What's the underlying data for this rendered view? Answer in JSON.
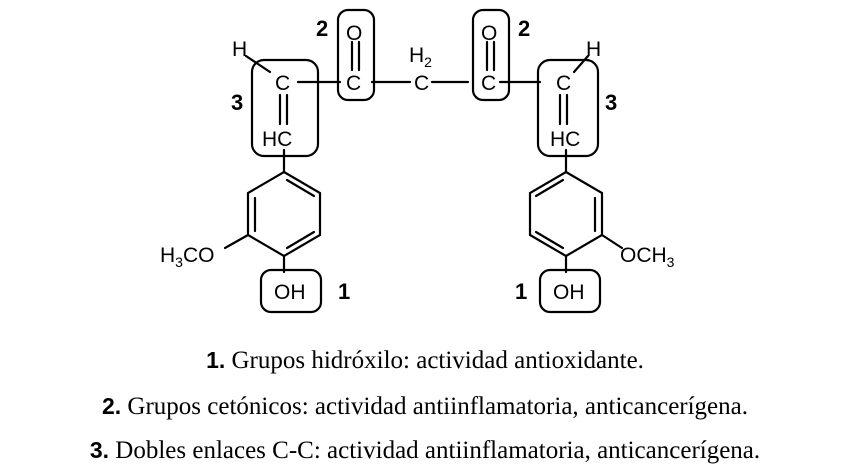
{
  "molecule": {
    "atoms": {
      "h_left": "H",
      "c_left": "C",
      "hc_left": "HC",
      "o_left": "O",
      "c_keto_left": "C",
      "h2": "H",
      "h2_sub": "2",
      "c_center": "C",
      "o_right": "O",
      "c_keto_right": "C",
      "c_right": "C",
      "h_right": "H",
      "hc_right": "HC",
      "h3co_h": "H",
      "h3co_sub": "3",
      "h3co_co": "CO",
      "och3_och": "OCH",
      "och3_sub": "3",
      "oh_left": "OH",
      "oh_right": "OH"
    },
    "group_numbers": {
      "keto_left": "2",
      "keto_right": "2",
      "double_left": "3",
      "double_right": "3",
      "hydroxyl_left": "1",
      "hydroxyl_right": "1"
    }
  },
  "legend": [
    {
      "number": "1.",
      "text": " Grupos hidróxilo: actividad antioxidante."
    },
    {
      "number": "2.",
      "text": " Grupos cetónicos: actividad antiinflamatoria, anticancerígena."
    },
    {
      "number": "3.",
      "text": " Dobles enlaces C-C: actividad antiinflamatoria, anticancerígena."
    }
  ]
}
